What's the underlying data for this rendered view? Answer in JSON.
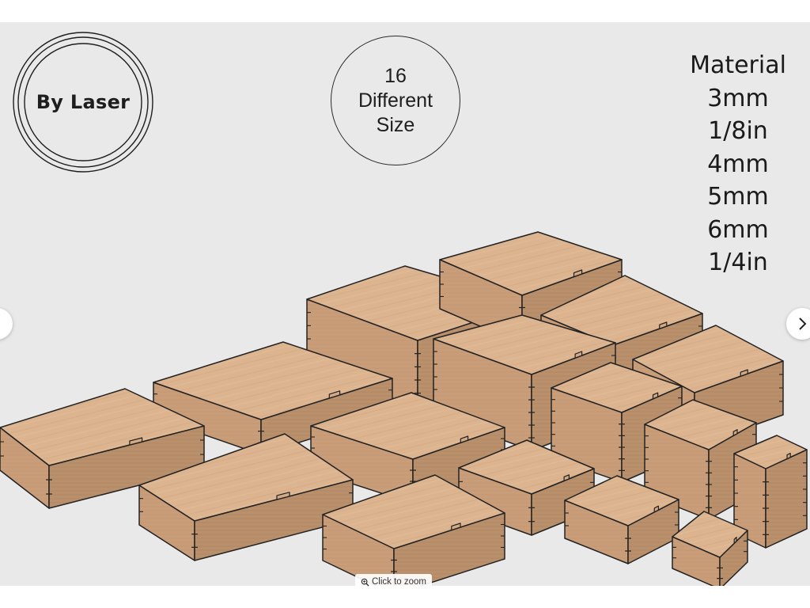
{
  "gallery": {
    "logo_text": "By Laser",
    "badge_lines": [
      "16",
      "Different",
      "Size"
    ],
    "material_lines": [
      "Material",
      "3mm",
      "1/8in",
      "4mm",
      "5mm",
      "6mm",
      "1/4in"
    ],
    "zoom_label": "Click to zoom",
    "image_subject": "Laser-cut plywood finger-joint boxes in 16 sizes",
    "wood_colors": {
      "top": "#dcb48f",
      "side": "#c99d78",
      "dark": "#b9906b",
      "edge": "#222222"
    }
  },
  "icons": {
    "prev": "chevron-left-icon",
    "next": "chevron-right-icon",
    "zoom": "magnifier-icon"
  }
}
